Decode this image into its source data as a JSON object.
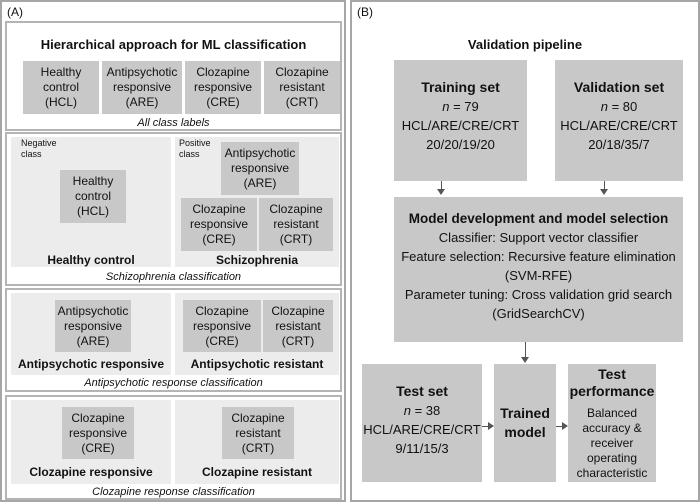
{
  "panel_a": {
    "tag": "(A)",
    "hierarchy": {
      "title": "Hierarchical approach for ML classification",
      "boxes": [
        {
          "line1": "Healthy",
          "line2": "control",
          "line3": "(HCL)"
        },
        {
          "line1": "Antipsychotic",
          "line2": "responsive",
          "line3": "(ARE)"
        },
        {
          "line1": "Clozapine",
          "line2": "responsive",
          "line3": "(CRE)"
        },
        {
          "line1": "Clozapine",
          "line2": "resistant",
          "line3": "(CRT)"
        }
      ],
      "caption": "All class labels"
    },
    "schizophrenia": {
      "negative_label_1": "Negative",
      "negative_label_2": "class",
      "positive_label_1": "Positive",
      "positive_label_2": "class",
      "hcl": {
        "line1": "Healthy",
        "line2": "control",
        "line3": "(HCL)"
      },
      "are": {
        "line1": "Antipsychotic",
        "line2": "responsive",
        "line3": "(ARE)"
      },
      "cre": {
        "line1": "Clozapine",
        "line2": "responsive",
        "line3": "(CRE)"
      },
      "crt": {
        "line1": "Clozapine",
        "line2": "resistant",
        "line3": "(CRT)"
      },
      "left_title": "Healthy control",
      "right_title": "Schizophrenia",
      "caption": "Schizophrenia classification"
    },
    "antipsychotic": {
      "are": {
        "line1": "Antipsychotic",
        "line2": "responsive",
        "line3": "(ARE)"
      },
      "cre": {
        "line1": "Clozapine",
        "line2": "responsive",
        "line3": "(CRE)"
      },
      "crt": {
        "line1": "Clozapine",
        "line2": "resistant",
        "line3": "(CRT)"
      },
      "left_title": "Antipsychotic responsive",
      "right_title": "Antipsychotic resistant",
      "caption": "Antipsychotic response classification"
    },
    "clozapine": {
      "cre": {
        "line1": "Clozapine",
        "line2": "responsive",
        "line3": "(CRE)"
      },
      "crt": {
        "line1": "Clozapine",
        "line2": "resistant",
        "line3": "(CRT)"
      },
      "left_title": "Clozapine responsive",
      "right_title": "Clozapine resistant",
      "caption": "Clozapine response classification"
    }
  },
  "panel_b": {
    "tag": "(B)",
    "title": "Validation pipeline",
    "training": {
      "title": "Training set",
      "n_prefix": "n",
      "n_value": " = 79",
      "classes": "HCL/ARE/CRE/CRT",
      "split": "20/20/19/20"
    },
    "validation": {
      "title": "Validation set",
      "n_prefix": "n",
      "n_value": " = 80",
      "classes": "HCL/ARE/CRE/CRT",
      "split": "20/18/35/7"
    },
    "model": {
      "title": "Model development and model selection",
      "line1": "Classifier: Support vector classifier",
      "line2": "Feature selection: Recursive feature elimination",
      "line3": "(SVM-RFE)",
      "line4": "Parameter tuning: Cross validation grid search",
      "line5": "(GridSearchCV)"
    },
    "test": {
      "title": "Test set",
      "n_prefix": "n",
      "n_value": " = 38",
      "classes": "HCL/ARE/CRE/CRT",
      "split": "9/11/15/3"
    },
    "trained": {
      "line1": "Trained",
      "line2": "model"
    },
    "performance": {
      "title1": "Test",
      "title2": "performance",
      "line1": "Balanced",
      "line2": "accuracy &",
      "line3": "receiver",
      "line4": "operating",
      "line5": "characteristic"
    }
  }
}
